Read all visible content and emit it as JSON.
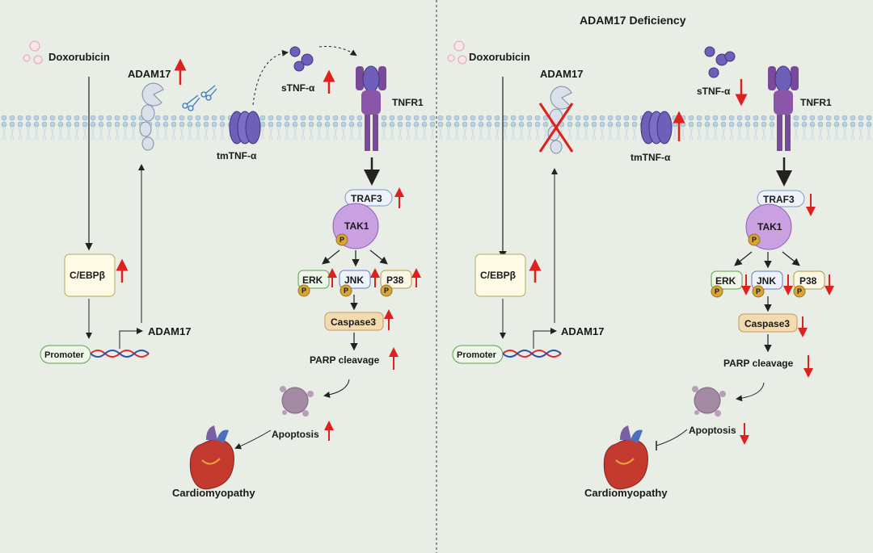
{
  "title_right": "ADAM17 Deficiency",
  "left": {
    "doxorubicin": "Doxorubicin",
    "adam17_top": "ADAM17",
    "stnf": "sTNF-α",
    "tnfr1": "TNFR1",
    "tmtnf": "tmTNF-α",
    "traf3": "TRAF3",
    "tak1": "TAK1",
    "p": "P",
    "erk": "ERK",
    "jnk": "JNK",
    "p38": "P38",
    "caspase3": "Caspase3",
    "parp": "PARP cleavage",
    "apoptosis": "Apoptosis",
    "cardiomyopathy": "Cardiomyopathy",
    "cebpb": "C/EBPβ",
    "promoter": "Promoter",
    "adam17_gene": "ADAM17"
  },
  "right": {
    "doxorubicin": "Doxorubicin",
    "adam17_top": "ADAM17",
    "stnf": "sTNF-α",
    "tnfr1": "TNFR1",
    "tmtnf": "tmTNF-α",
    "traf3": "TRAF3",
    "tak1": "TAK1",
    "p": "P",
    "erk": "ERK",
    "jnk": "JNK",
    "p38": "P38",
    "caspase3": "Caspase3",
    "parp": "PARP cleavage",
    "apoptosis": "Apoptosis",
    "cardiomyopathy": "Cardiomyopathy",
    "cebpb": "C/EBPβ",
    "promoter": "Promoter",
    "adam17_gene": "ADAM17"
  },
  "colors": {
    "background": "#e8ede6",
    "membrane": "#a9c3d6",
    "receptor": "#7a4a9a",
    "tnf": "#6e5fb8",
    "tak1": "#c9a0e0",
    "phospho": "#d8a43a",
    "caspase": "#f3dbb0",
    "arrow_red": "#e0201c",
    "box_green": "#5f9e4e"
  }
}
